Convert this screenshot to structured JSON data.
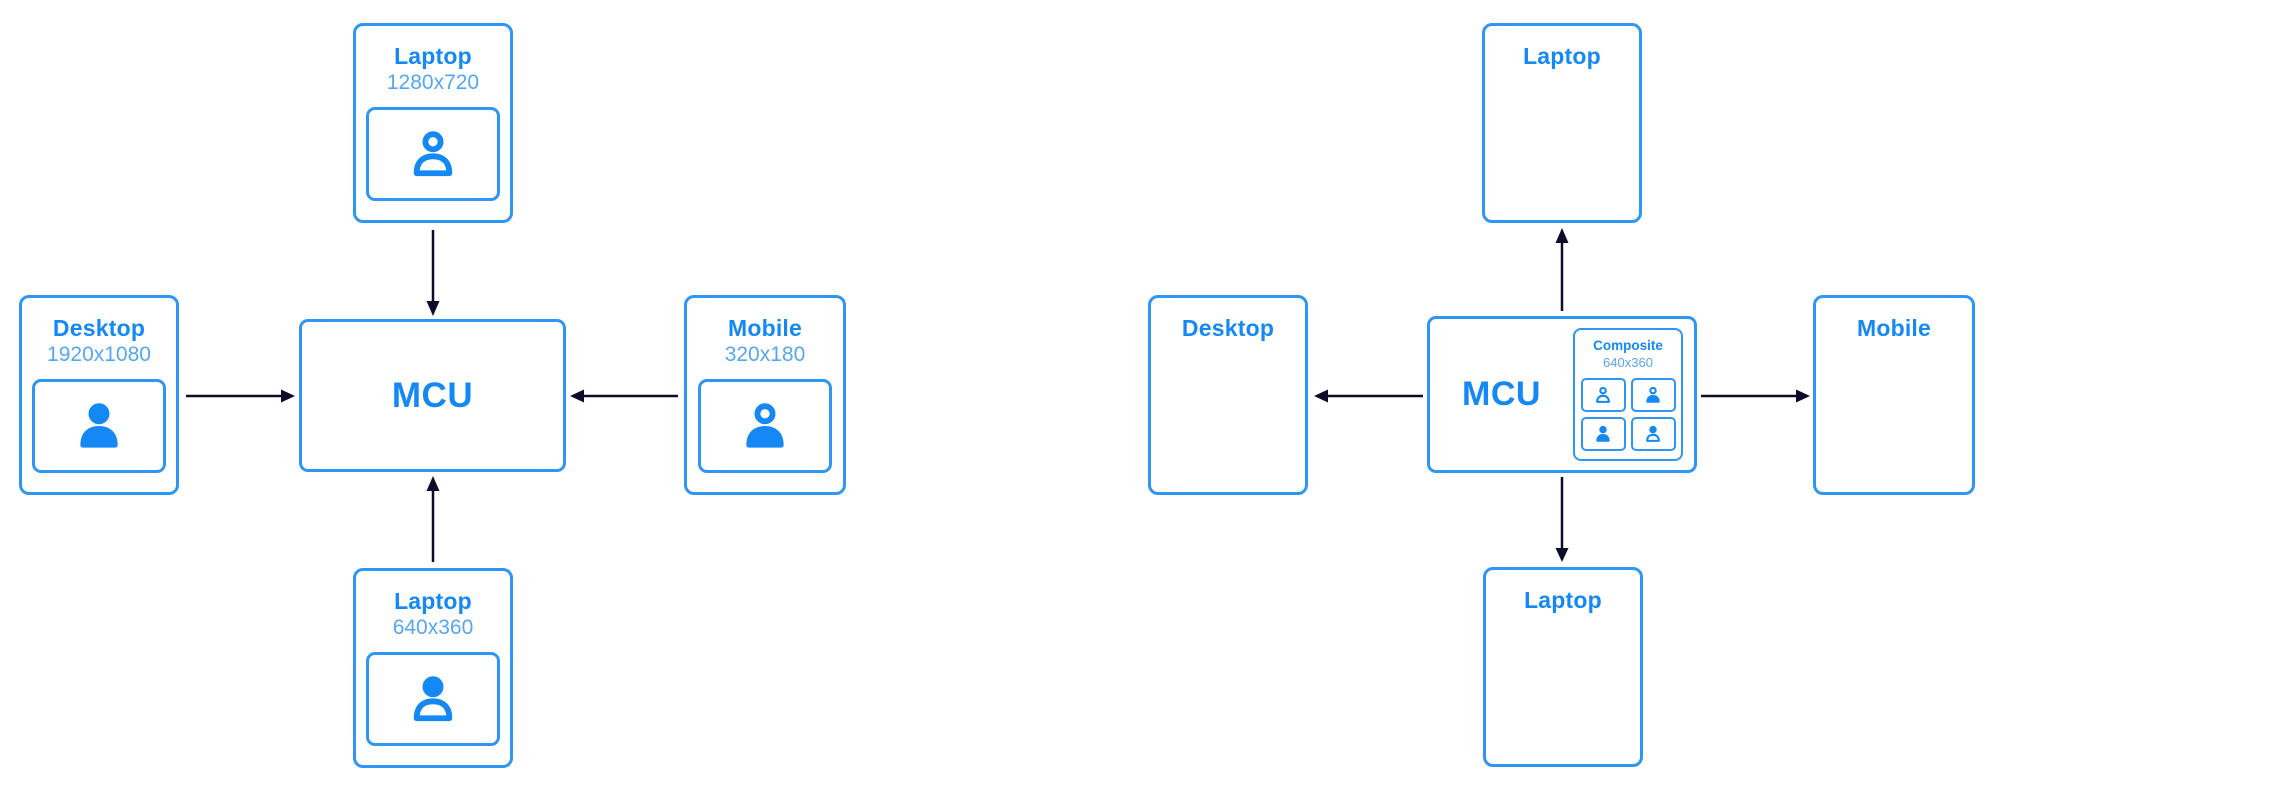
{
  "colors": {
    "accent_blue": "#1489f6",
    "light_blue": "#55a6f3",
    "box_border_blue": "#2f96f6",
    "arrow_dark": "#0d0d2b",
    "background": "#ffffff"
  },
  "input_stage": {
    "mcu_label": "MCU",
    "devices": {
      "top": {
        "label": "Laptop",
        "resolution": "1280x720",
        "icon": "person-outline-icon"
      },
      "left": {
        "label": "Desktop",
        "resolution": "1920x1080",
        "icon": "person-filled-icon"
      },
      "right": {
        "label": "Mobile",
        "resolution": "320x180",
        "icon": "person-ring-head-icon"
      },
      "bottom": {
        "label": "Laptop",
        "resolution": "640x360",
        "icon": "person-filled-head-icon"
      }
    }
  },
  "output_stage": {
    "mcu_label": "MCU",
    "composite": {
      "title": "Composite",
      "resolution": "640x360",
      "tile_icons": [
        "person-outline-icon",
        "person-ring-head-icon",
        "person-filled-icon",
        "person-filled-head-icon"
      ]
    },
    "devices": {
      "top": {
        "label": "Laptop"
      },
      "left": {
        "label": "Desktop"
      },
      "right": {
        "label": "Mobile"
      },
      "bottom": {
        "label": "Laptop"
      }
    }
  }
}
